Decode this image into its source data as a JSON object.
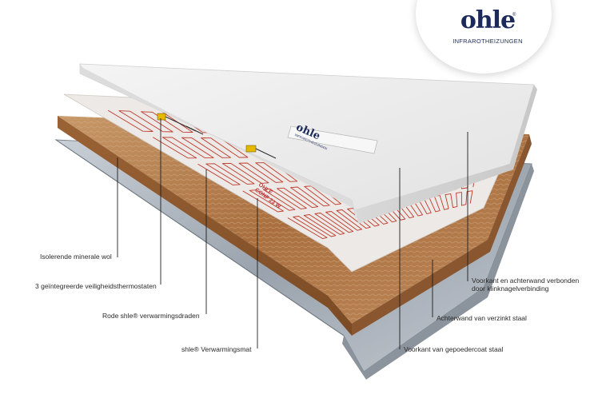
{
  "brand": {
    "name": "ohle",
    "registered": "®",
    "tagline": "INFRAROTHEIZUNGEN"
  },
  "panel_badge": {
    "name": "ohle",
    "tagline": "INFRAROTHEIZUNGEN"
  },
  "mat_print": [
    "OHLE",
    "CONF 23 W"
  ],
  "labels": {
    "insulation": "Isolerende minerale wol",
    "thermostats": "3 geïntegreerde veiligheidsthermostaten",
    "wires": "Rode shle® verwarmingsdraden",
    "mat": "shle® Verwarmingsmat",
    "front_back_connected_line1": "Voorkant en achterwand verbonden",
    "front_back_connected_line2": "door klinknagelverbinding",
    "back_wall": "Achterwand van verzinkt staal",
    "front": "Voorkant van gepoedercoat staal"
  },
  "colors": {
    "brand_navy": "#1c2a5b",
    "wire_red": "#c0392b",
    "wool_brown": "#b07a4a",
    "steel_gray": "#9aa3ad",
    "front_white": "#eeeeee",
    "thermostat_yellow": "#e6b800"
  }
}
